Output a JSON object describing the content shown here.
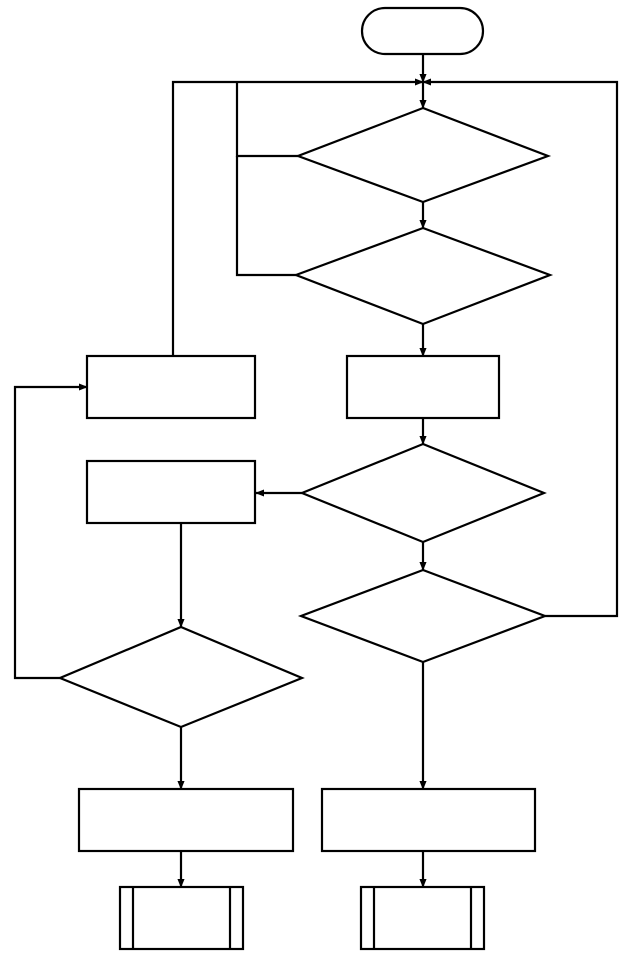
{
  "diagram": {
    "type": "flowchart",
    "colors": {
      "stroke": "#000000",
      "fill": "#ffffff"
    },
    "nodes": [
      {
        "id": "start",
        "kind": "terminator",
        "label": ""
      },
      {
        "id": "decision-1",
        "kind": "decision",
        "label": ""
      },
      {
        "id": "decision-2",
        "kind": "decision",
        "label": ""
      },
      {
        "id": "process-right-1",
        "kind": "process",
        "label": ""
      },
      {
        "id": "decision-3",
        "kind": "decision",
        "label": ""
      },
      {
        "id": "decision-4",
        "kind": "decision",
        "label": ""
      },
      {
        "id": "process-left-1",
        "kind": "process",
        "label": ""
      },
      {
        "id": "process-left-2",
        "kind": "process",
        "label": ""
      },
      {
        "id": "decision-left",
        "kind": "decision",
        "label": ""
      },
      {
        "id": "process-left-3",
        "kind": "process",
        "label": ""
      },
      {
        "id": "process-right-2",
        "kind": "process",
        "label": ""
      },
      {
        "id": "subprocess-left",
        "kind": "predefined-process",
        "label": ""
      },
      {
        "id": "subprocess-right",
        "kind": "predefined-process",
        "label": ""
      }
    ]
  }
}
